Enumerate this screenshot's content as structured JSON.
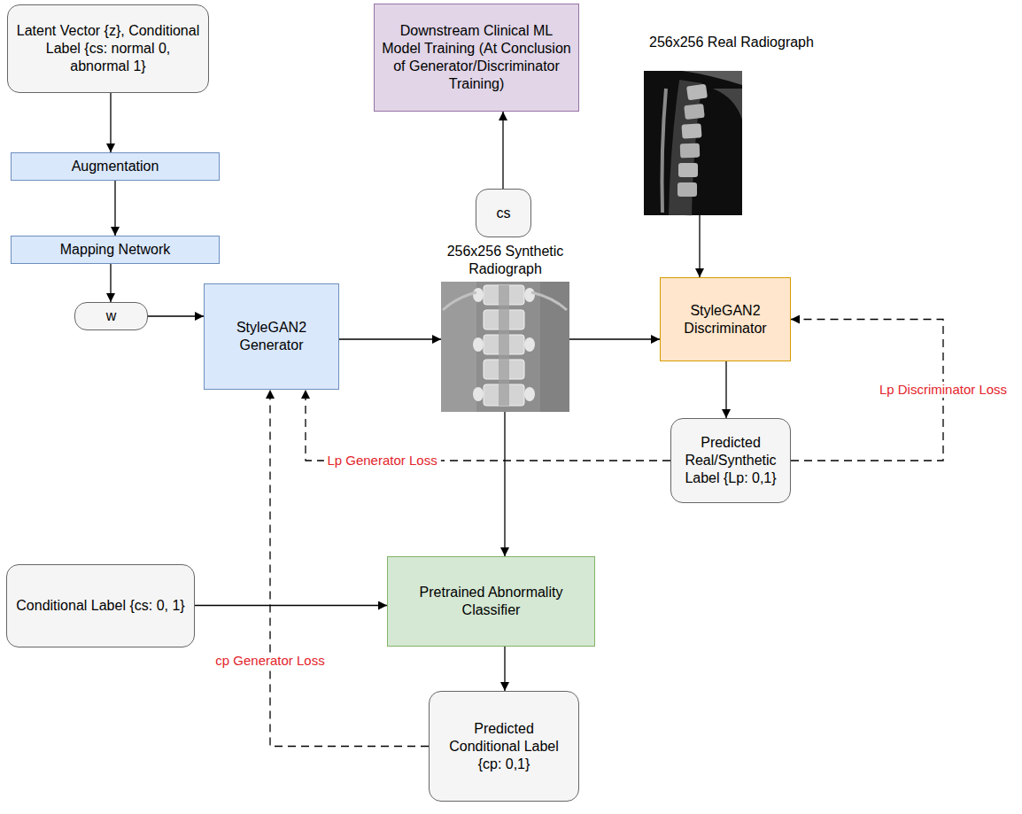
{
  "diagram": {
    "nodes": [
      {
        "text": [
          "Latent Vector {z}, Conditional Label {cs: normal 0, abnormal 1}"
        ]
      },
      {
        "text": [
          "Downstream Clinical ML Model Training (At Conclusion of Generator/Discriminator Training)"
        ]
      },
      {
        "text": [
          "256x256 Real Radiograph"
        ]
      },
      {
        "text": [
          "Augmentation"
        ]
      },
      {
        "text": [
          "cs"
        ]
      },
      {
        "text": [
          "256x256 Synthetic Radiograph"
        ]
      },
      {
        "text": [
          "Mapping Network"
        ]
      },
      {
        "text": [
          "w"
        ]
      },
      {
        "text": [
          "StyleGAN2 Generator"
        ]
      },
      {
        "text": [
          "StyleGAN2 Discriminator"
        ]
      },
      {
        "text": [
          "Predicted Real/Synthetic Label {Lp: 0,1}"
        ]
      },
      {
        "text": [
          "Conditional Label {cs: 0, 1}"
        ]
      },
      {
        "text": [
          "Pretrained Abnormality Classifier"
        ]
      },
      {
        "text": [
          "Predicted Conditional Label {cp: 0,1}"
        ]
      }
    ],
    "edges": [
      {
        "from": 0,
        "to": 3,
        "arrow": "to"
      },
      {
        "from": 3,
        "to": 6,
        "arrow": "to"
      },
      {
        "from": 6,
        "to": 7,
        "arrow": "to"
      },
      {
        "from": 7,
        "to": 8,
        "arrow": "to"
      },
      {
        "from": 8,
        "to": 5,
        "arrow": "to"
      },
      {
        "from": 4,
        "to": 1,
        "arrow": "to"
      },
      {
        "from": 5,
        "to": 9,
        "arrow": "to"
      },
      {
        "from": 2,
        "to": 9,
        "arrow": "to"
      },
      {
        "from": 9,
        "to": 10,
        "arrow": "to"
      },
      {
        "from": 10,
        "to": 9,
        "label": "Lp Discriminator Loss",
        "arrow": "to"
      },
      {
        "from": 10,
        "to": 8,
        "label": "Lp Generator Loss",
        "arrow": "to"
      },
      {
        "from": 5,
        "to": 12,
        "arrow": "to"
      },
      {
        "from": 11,
        "to": 12,
        "arrow": "to"
      },
      {
        "from": 12,
        "to": 13,
        "arrow": "to"
      },
      {
        "from": 13,
        "to": 8,
        "label": "cp Generator Loss",
        "arrow": "to"
      }
    ]
  }
}
